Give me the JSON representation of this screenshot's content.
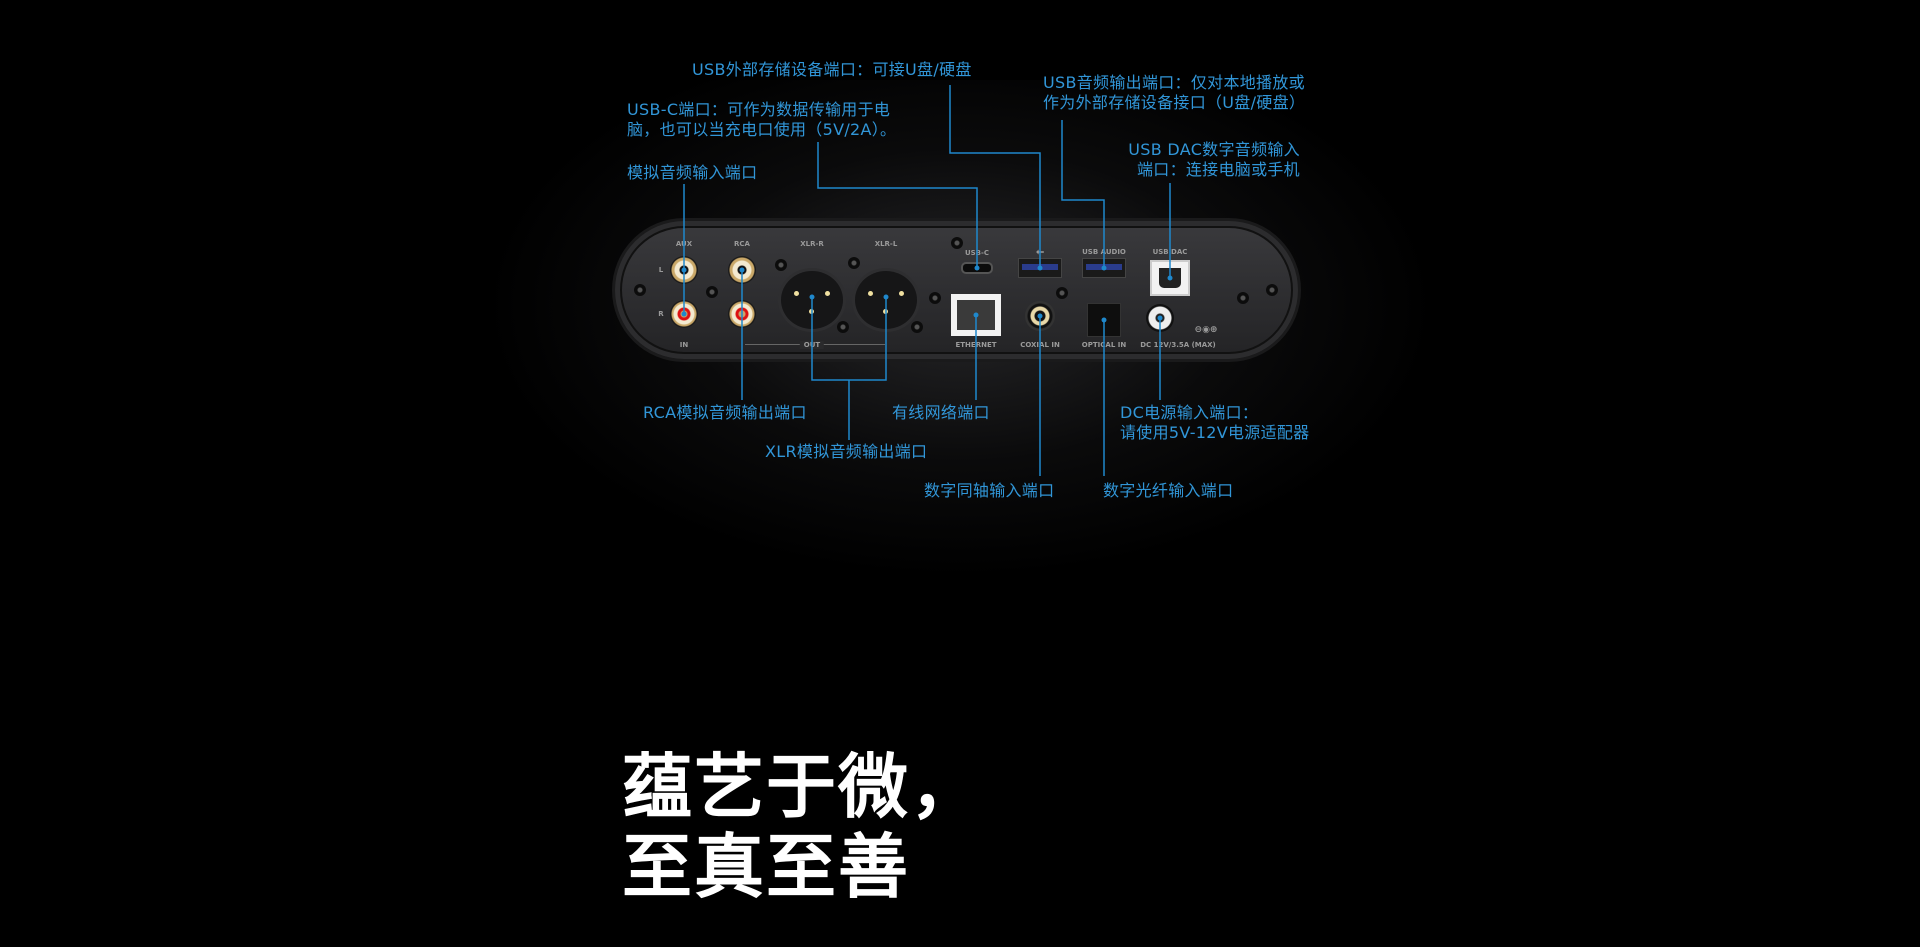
{
  "callouts": {
    "usb_storage": "USB外部存储设备端口：可接U盘/硬盘",
    "usb_c": [
      "USB-C端口：可作为数据传输用于电",
      "脑，也可以当充电口使用（5V/2A）。"
    ],
    "aux_in": "模拟音频输入端口",
    "usb_audio": [
      "USB音频输出端口：仅对本地播放或",
      "作为外部存储设备接口（U盘/硬盘）"
    ],
    "usb_dac": [
      "USB DAC数字音频输入",
      "端口：连接电脑或手机"
    ],
    "rca_out": "RCA模拟音频输出端口",
    "ethernet": "有线网络端口",
    "xlr_out": "XLR模拟音频输出端口",
    "dc": [
      "DC电源输入端口：",
      "请使用5V-12V电源适配器"
    ],
    "coaxial": "数字同轴输入端口",
    "optical": "数字光纤输入端口"
  },
  "panel_labels": {
    "aux": "AUX",
    "rca": "RCA",
    "xlr_r": "XLR-R",
    "xlr_l": "XLR-L",
    "l": "L",
    "r": "R",
    "in": "IN",
    "out": "OUT",
    "usb_c": "USB-C",
    "usb_icon": "usb-icon",
    "usb_audio": "USB AUDIO",
    "usb_dac": "USB DAC",
    "ethernet": "ETHERNET",
    "coaxial": "COXIAL IN",
    "optical": "OPTICAL IN",
    "dc": "DC 12V/3.5A (MAX)"
  },
  "headline": [
    "蕴艺于微，",
    "至真至善"
  ],
  "colors": {
    "callout": "#3196d8",
    "line": "#1f88cc",
    "background": "#000000"
  }
}
